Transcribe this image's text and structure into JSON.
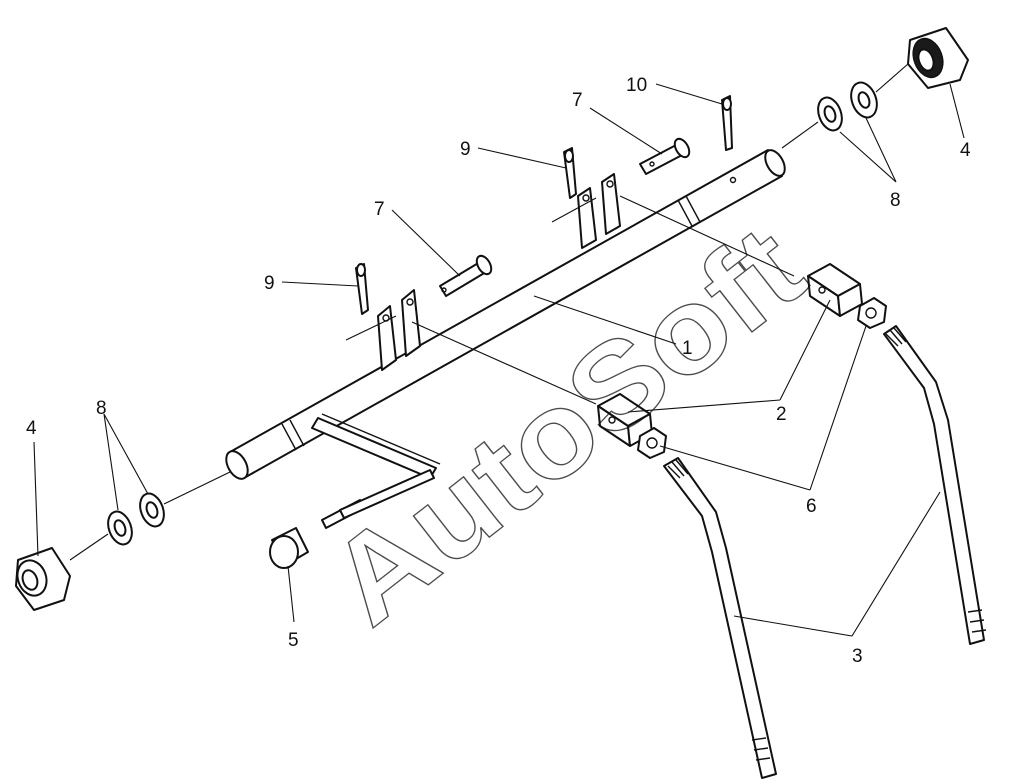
{
  "callouts": {
    "shaft": "1",
    "block": "2",
    "stud": "3",
    "bushing": "4",
    "grease_cap": "5",
    "nut": "6",
    "pin": "7",
    "washer": "8",
    "cotter_pin": "9",
    "cotter_pin_top": "10"
  },
  "watermark": "AutoSoft"
}
